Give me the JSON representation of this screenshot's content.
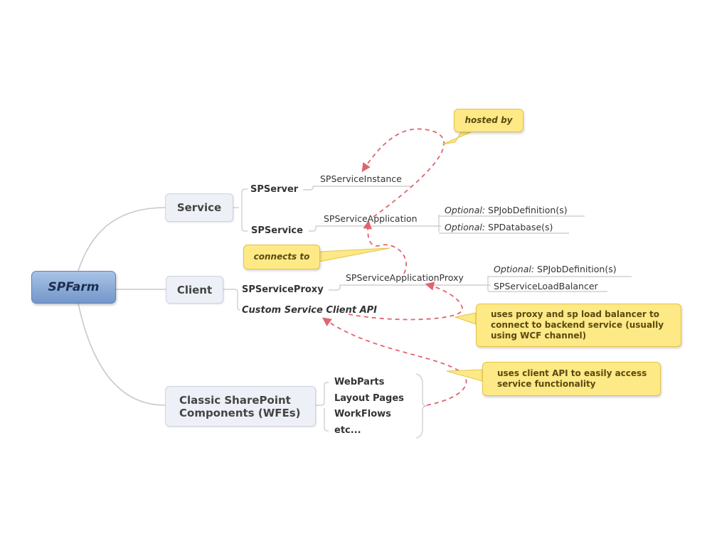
{
  "central": {
    "label": "SPFarm"
  },
  "branches": {
    "service": {
      "label": "Service",
      "children": {
        "spserver": {
          "label": "SPServer",
          "leaves": [
            "SPServiceInstance"
          ]
        },
        "spservice": {
          "label": "SPService",
          "leaves": [
            "SPServiceApplication"
          ]
        }
      },
      "optional_items": [
        {
          "prefix": "Optional:",
          "text": "SPJobDefinition(s)"
        },
        {
          "prefix": "Optional:",
          "text": "SPDatabase(s)"
        }
      ]
    },
    "client": {
      "label": "Client",
      "children": {
        "proxy": {
          "label": "SPServiceProxy",
          "leaf": "SPServiceApplicationProxy"
        },
        "api": {
          "label": "Custom Service Client API"
        }
      },
      "proxy_items": [
        {
          "prefix": "Optional:",
          "text": "SPJobDefinition(s)"
        },
        {
          "prefix": "",
          "text": "SPServiceLoadBalancer"
        }
      ]
    },
    "classic": {
      "label_line1": "Classic SharePoint",
      "label_line2": "Components (WFEs)",
      "items": [
        "WebParts",
        "Layout Pages",
        "WorkFlows",
        "etc..."
      ]
    }
  },
  "callouts": {
    "hosted_by": "hosted by",
    "connects_to": "connects to",
    "proxy_note": "uses proxy and sp load balancer to connect to backend service (usually using WCF channel)",
    "client_note": "uses client API to easily access service functionality"
  },
  "colors": {
    "connector": "#c8c8c8",
    "relationship": "#e06470",
    "callout_fill": "#fde985",
    "central_fill": "#7f9fd0"
  }
}
